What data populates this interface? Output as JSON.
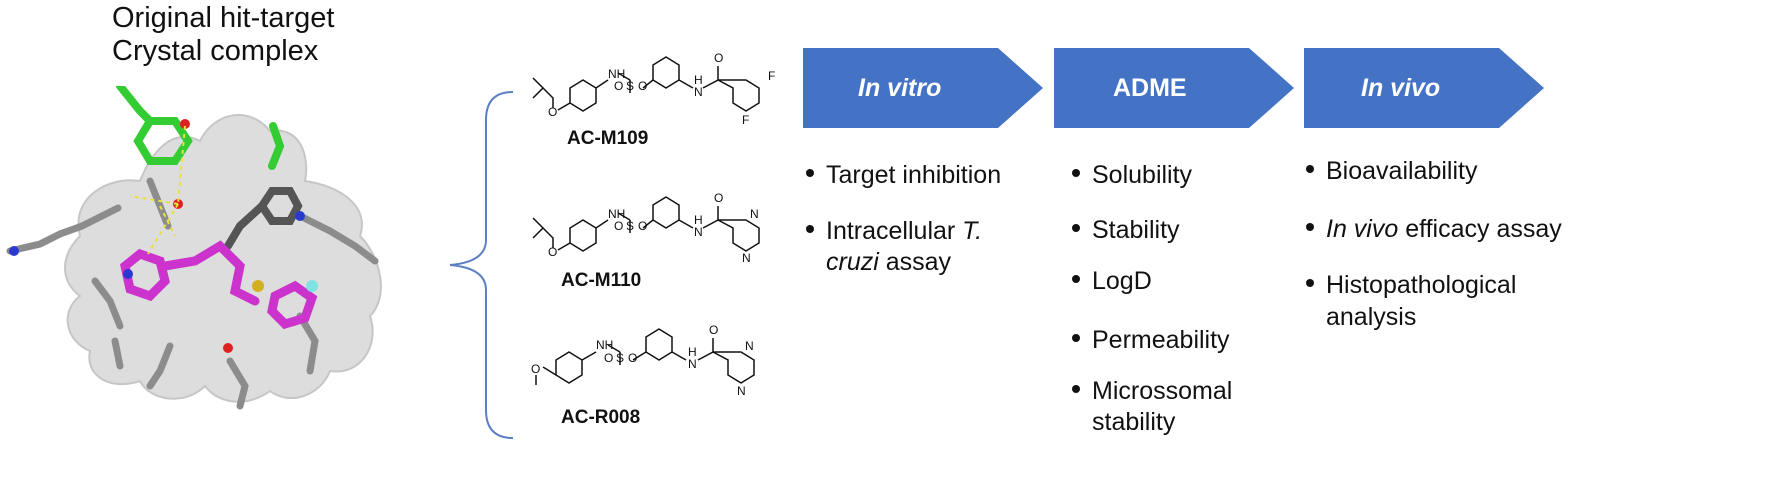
{
  "title_lines": [
    "Original hit-target",
    "Crystal complex"
  ],
  "compounds": [
    {
      "name": "AC-M109",
      "atoms": {
        "o": "O",
        "nh": "NH",
        "s": "S",
        "o1": "O",
        "o2": "O",
        "h": "H",
        "n": "N",
        "co": "O",
        "f1": "F",
        "f2": "F"
      }
    },
    {
      "name": "AC-M110",
      "atoms": {
        "o": "O",
        "nh": "NH",
        "s": "S",
        "o1": "O",
        "o2": "O",
        "h": "H",
        "n": "N",
        "co": "O",
        "n1": "N",
        "n2": "N"
      }
    },
    {
      "name": "AC-R008",
      "atoms": {
        "o": "O",
        "nh": "NH",
        "s": "S",
        "o1": "O",
        "o2": "O",
        "h": "H",
        "n": "N",
        "co": "O",
        "n1": "N",
        "n2": "N"
      }
    }
  ],
  "stages": [
    {
      "label": "In vitro",
      "italic": true
    },
    {
      "label": "ADME",
      "italic": false
    },
    {
      "label": "In vivo",
      "italic": true
    }
  ],
  "in_vitro_items": {
    "item1": "Target inhibition",
    "item2_prefix": "Intracellular ",
    "item2_italic": "T.",
    "item2_cont_italic": "cruzi",
    "item2_cont_rest": " assay"
  },
  "adme_items": {
    "item1": "Solubility",
    "item2": "Stability",
    "item3": "LogD",
    "item4": "Permeability",
    "item5_line1": "Microssomal",
    "item5_line2": "stability"
  },
  "in_vivo_items": {
    "item1": "Bioavailability",
    "item2_italic": "In vivo",
    "item2_rest": " efficacy assay",
    "item3_line1": "Histopathological",
    "item3_line2": "analysis"
  },
  "colors": {
    "arrow_fill": "#4472c4",
    "carbon_gray": "#8c8c8c",
    "ligand_magenta": "#cc33cc",
    "residue_green": "#33cc33",
    "nitrogen_blue": "#2a3ad1",
    "oxygen_red": "#dd2222",
    "sulfur_yellow": "#d4b020",
    "fluorine_cyan": "#7fe3e3",
    "hbond_yellow": "#e8e040",
    "bracket_blue": "#5b7fc2",
    "surface_gray": "#cfcfcf"
  }
}
